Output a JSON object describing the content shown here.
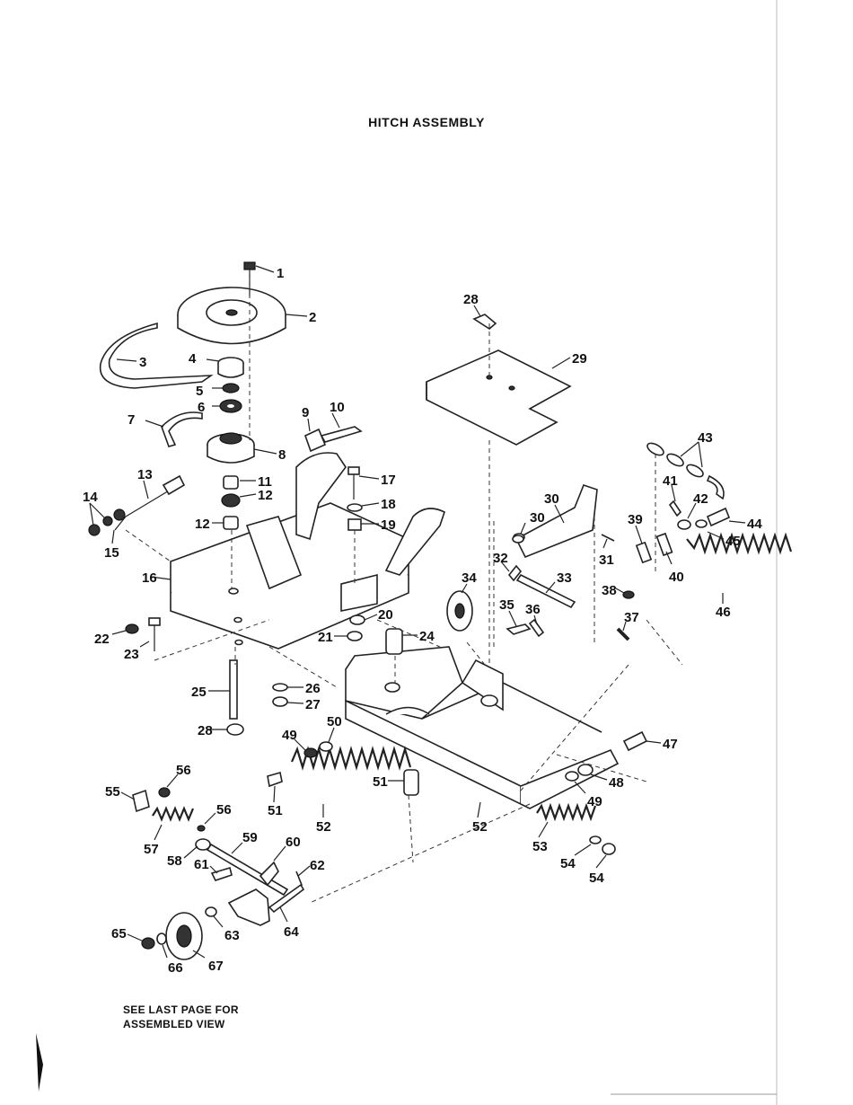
{
  "title": "HITCH ASSEMBLY",
  "note_line1": "SEE LAST PAGE FOR",
  "note_line2": "ASSEMBLED VIEW",
  "callouts": [
    "1",
    "2",
    "3",
    "4",
    "5",
    "6",
    "7",
    "8",
    "9",
    "10",
    "11",
    "12",
    "12",
    "13",
    "14",
    "15",
    "16",
    "17",
    "18",
    "19",
    "20",
    "21",
    "22",
    "23",
    "24",
    "25",
    "26",
    "27",
    "28",
    "28",
    "29",
    "30",
    "30",
    "31",
    "32",
    "33",
    "34",
    "35",
    "36",
    "37",
    "38",
    "39",
    "40",
    "41",
    "42",
    "43",
    "44",
    "45",
    "46",
    "47",
    "48",
    "49",
    "49",
    "50",
    "51",
    "51",
    "52",
    "52",
    "53",
    "54",
    "54",
    "55",
    "56",
    "56",
    "57",
    "58",
    "59",
    "60",
    "61",
    "62",
    "63",
    "64",
    "65",
    "66",
    "67"
  ]
}
